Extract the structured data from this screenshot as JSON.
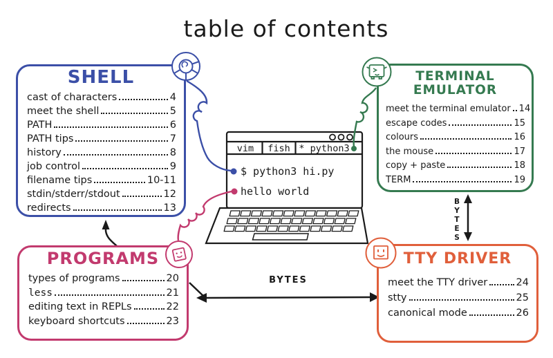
{
  "title": "table of contents",
  "colors": {
    "shell": "#3b4fa7",
    "terminal_emulator": "#357a50",
    "programs": "#c23a6e",
    "tty_driver": "#e05f3b",
    "ink": "#1a1a1a"
  },
  "sections": {
    "shell": {
      "title": "SHELL",
      "icon": "snail-shell-spiral",
      "items": [
        {
          "label": "cast of characters",
          "page": "4"
        },
        {
          "label": "meet the shell",
          "page": "5"
        },
        {
          "label": "PATH",
          "page": "6"
        },
        {
          "label": "PATH tips",
          "page": "7"
        },
        {
          "label": "history",
          "page": "8"
        },
        {
          "label": "job control",
          "page": "9"
        },
        {
          "label": "filename tips",
          "page": "10-11"
        },
        {
          "label": "stdin/stderr/stdout",
          "page": "12"
        },
        {
          "label": "redirects",
          "page": "13"
        }
      ]
    },
    "terminal_emulator": {
      "title": "TERMINAL EMULATOR",
      "icon": "terminal-with-face",
      "items": [
        {
          "label": "meet the terminal emulator",
          "page": "14"
        },
        {
          "label": "escape codes",
          "page": "15"
        },
        {
          "label": "colours",
          "page": "16"
        },
        {
          "label": "the mouse",
          "page": "17"
        },
        {
          "label": "copy + paste",
          "page": "18"
        },
        {
          "label": "TERM",
          "page": "19"
        }
      ]
    },
    "programs": {
      "title": "PROGRAMS",
      "icon": "smiley-tilted-square",
      "items": [
        {
          "label": "types of programs",
          "page": "20"
        },
        {
          "label": "less",
          "page": "21"
        },
        {
          "label": "editing text in REPLs",
          "page": "22"
        },
        {
          "label": "keyboard shortcuts",
          "page": "23"
        }
      ]
    },
    "tty_driver": {
      "title": "TTY DRIVER",
      "icon": "face-in-square",
      "items": [
        {
          "label": "meet the TTY driver",
          "page": "24"
        },
        {
          "label": "stty",
          "page": "25"
        },
        {
          "label": "canonical mode",
          "page": "26"
        }
      ]
    }
  },
  "laptop": {
    "window_controls": "three-circles",
    "tabs": [
      "vim",
      "fish",
      "* python3"
    ],
    "lines": [
      "$ python3 hi.py",
      "hello world"
    ]
  },
  "labels": {
    "bytes_horizontal": "BYTES",
    "bytes_vertical": "BYTES"
  }
}
